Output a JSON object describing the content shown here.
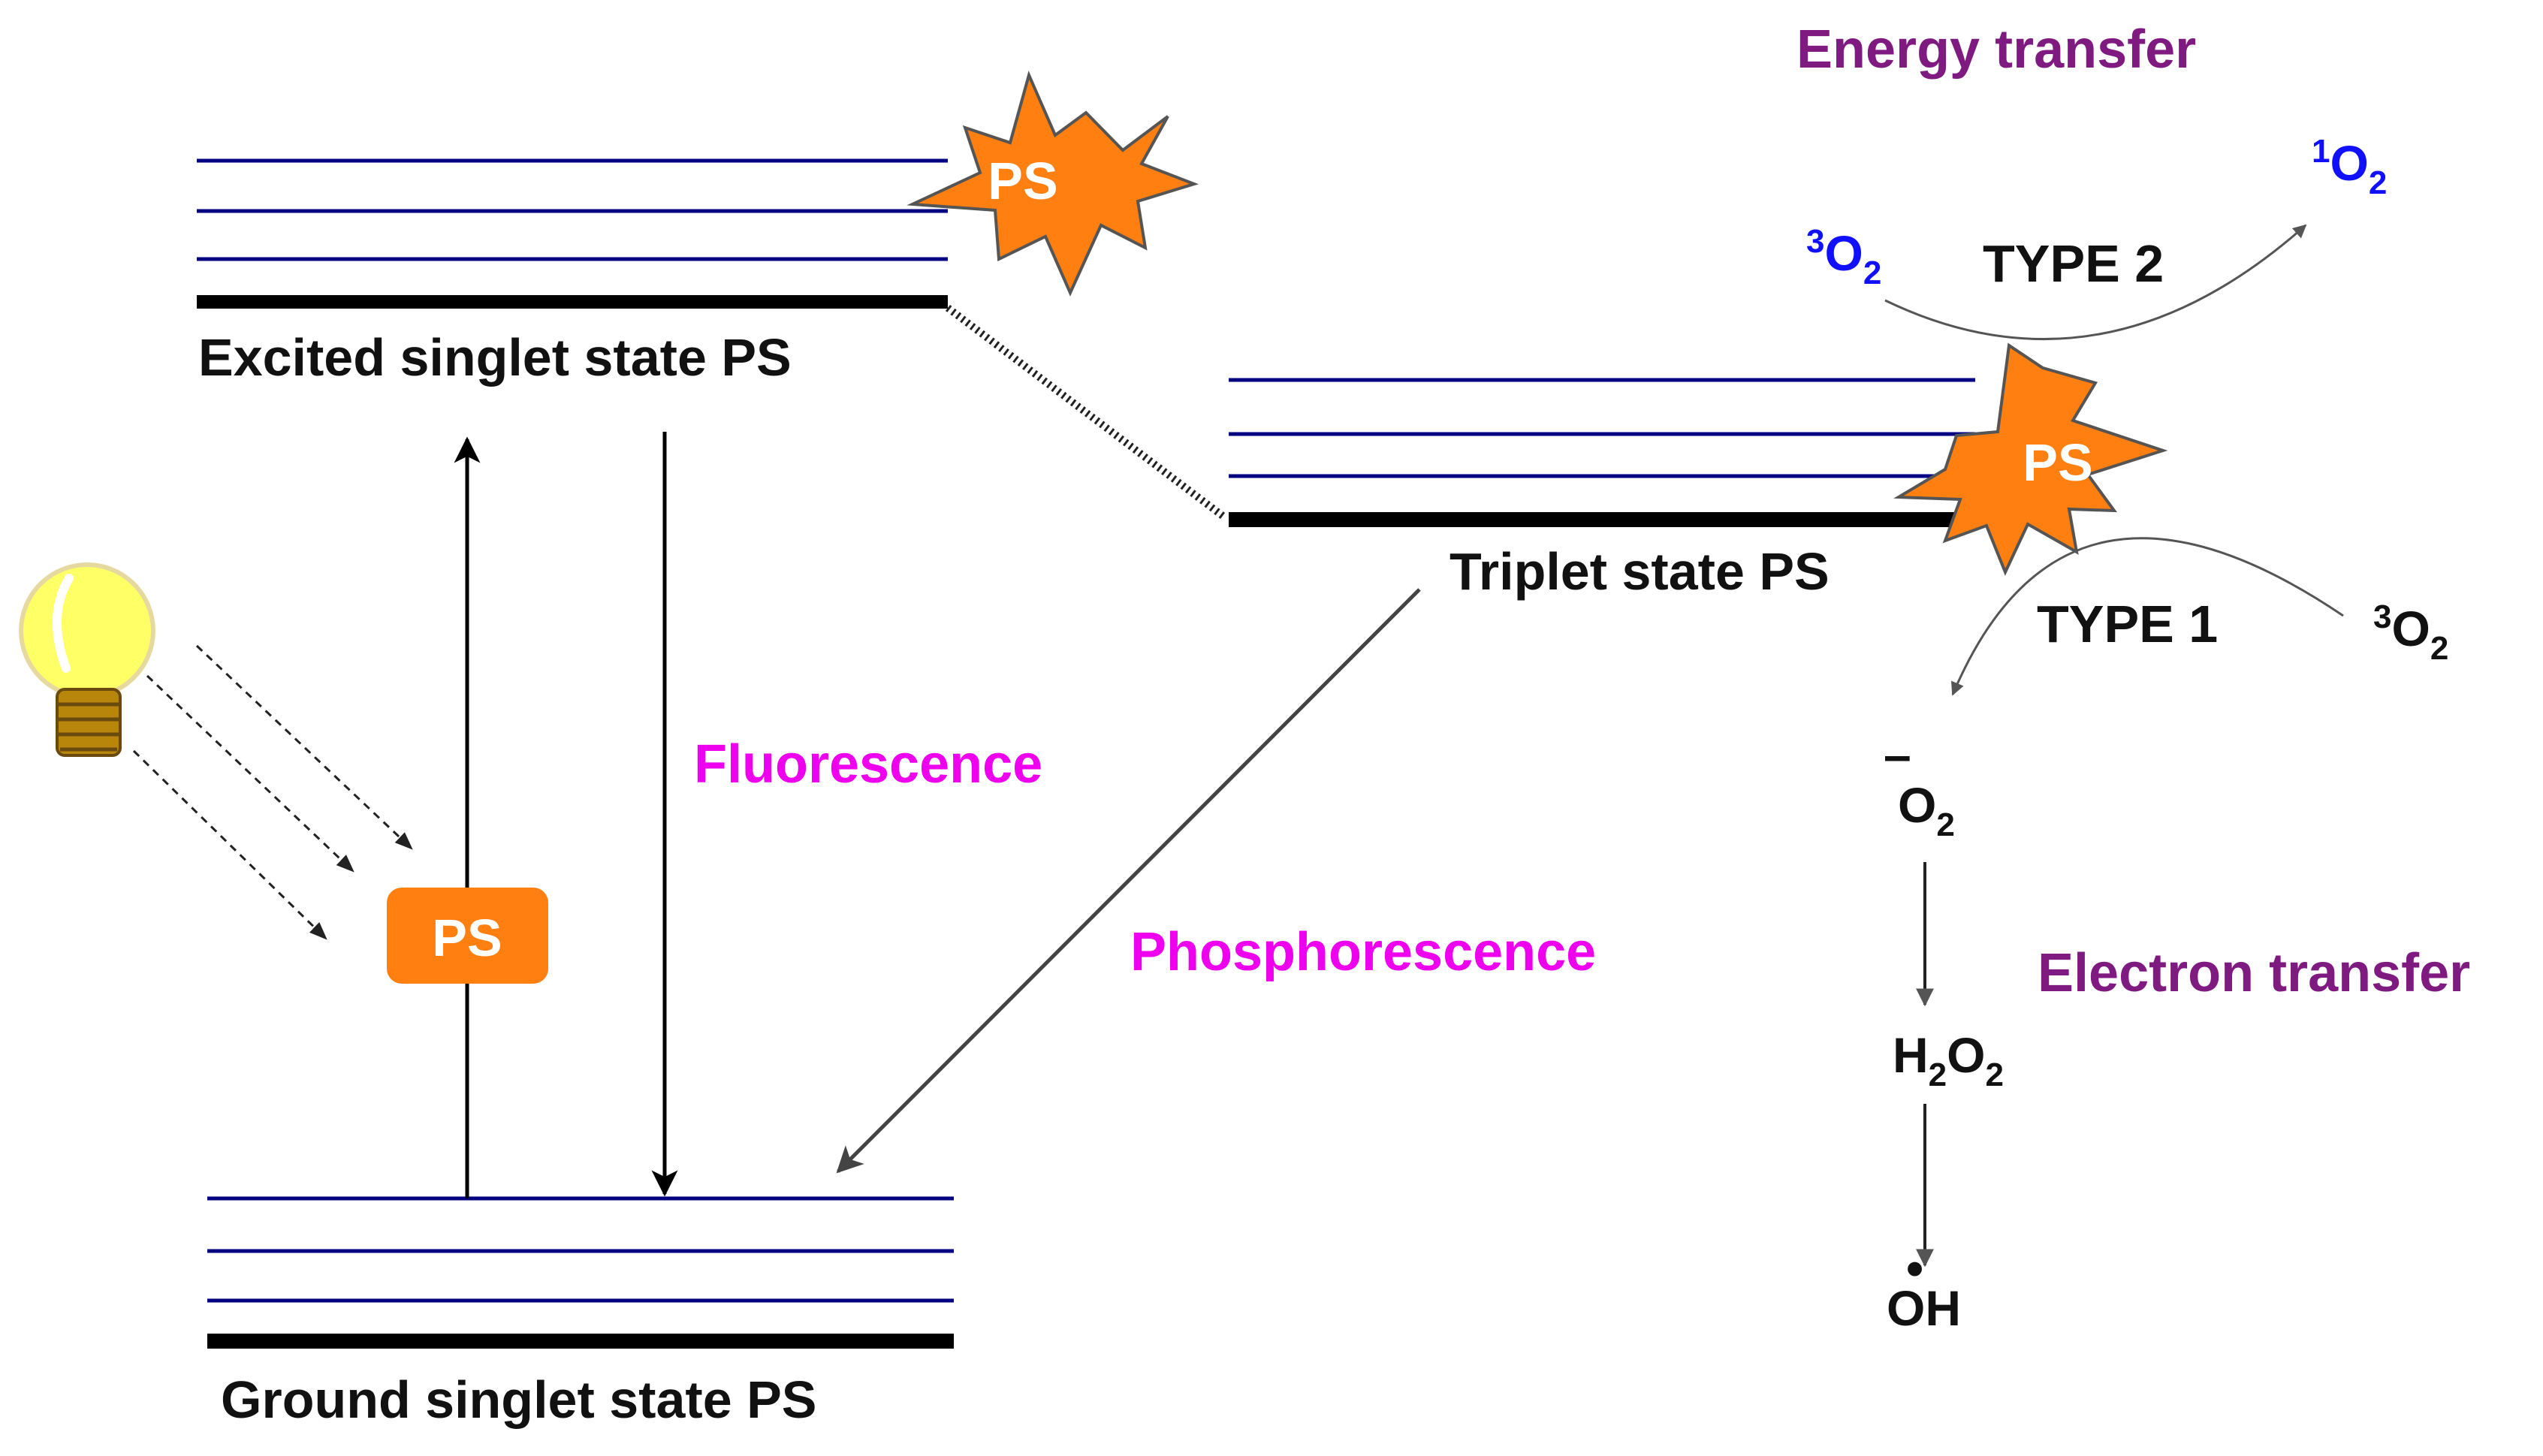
{
  "states": {
    "excited": "Excited singlet state PS",
    "triplet": "Triplet state PS",
    "ground": "Ground singlet state PS"
  },
  "processes": {
    "fluorescence": "Fluorescence",
    "phosphorescence": "Phosphorescence",
    "energy_transfer": "Energy transfer",
    "electron_transfer": "Electron transfer"
  },
  "types": {
    "type1": "TYPE 1",
    "type2": "TYPE 2"
  },
  "ps_label": "PS",
  "species": {
    "oxygen_superscript": "3",
    "singlet_superscript": "1",
    "o": "O",
    "subscript_2": "2",
    "h": "H",
    "oh": "OH",
    "radical_dot": "•",
    "minus": "–"
  },
  "colors": {
    "level_line": "#000080",
    "ground_line": "#000000",
    "process_pink": "#ee00ee",
    "transfer_purple": "#7f1a80",
    "oxygen_blue": "#1010ff",
    "ps_orange": "#ff7f10",
    "bulb_yellow": "#ffff66"
  }
}
